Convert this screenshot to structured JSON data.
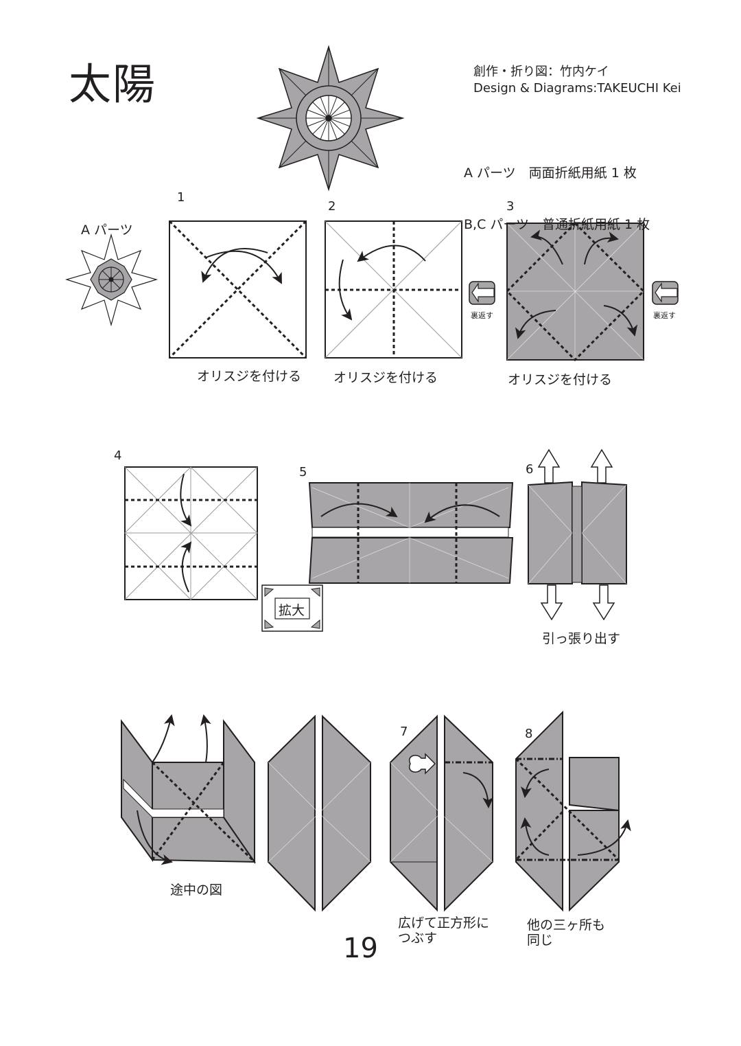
{
  "header": {
    "title": "太陽",
    "credit_jp": "創作・折り図：竹内ケイ",
    "credit_en": "Design & Diagrams:TAKEUCHI Kei",
    "parts_a": "A パーツ　両面折紙用紙 1 枚",
    "parts_bc": "B,C パーツ　普通折紙用紙 1 枚"
  },
  "part_label": "A パーツ",
  "steps": {
    "s1": "1",
    "s2": "2",
    "s3": "3",
    "s4": "4",
    "s5": "5",
    "s6": "6",
    "s7": "7",
    "s8": "8"
  },
  "captions": {
    "c1": "オリスジを付ける",
    "c2": "オリスジを付ける",
    "c3": "オリスジを付ける",
    "c6": "引っ張り出す",
    "mid": "途中の図",
    "c7": "広げて正方形に\nつぶす",
    "c8": "他の三ヶ所も\n同じ"
  },
  "turn_over_1": "裏返す",
  "turn_over_2": "裏返す",
  "zoom_label": "拡大",
  "page_number": "19",
  "colors": {
    "paper_gray": "#a7a5a8",
    "line": "#231f20",
    "white": "#ffffff"
  }
}
